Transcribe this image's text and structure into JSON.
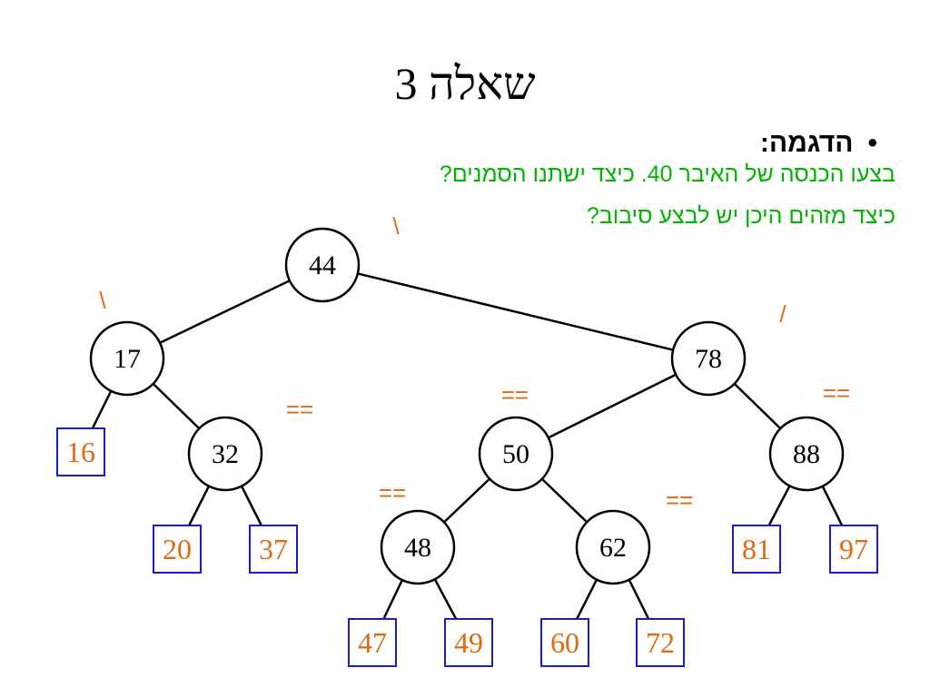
{
  "slide": {
    "title": "שאלה 3",
    "bullet": "הדגמה:",
    "question_line1": "בצעו הכנסה של האיבר 40. כיצד ישתנו הסמנים?",
    "question_line2": "כיצד מזהים היכן יש לבצע סיבוב?"
  },
  "colors": {
    "question_text": "#00b400",
    "leaf_text": "#e06a10",
    "leaf_border": "#1a1acc",
    "balance_marks": "#e06a10"
  },
  "tree": {
    "nodes": [
      {
        "id": "n44",
        "label": "44"
      },
      {
        "id": "n17",
        "label": "17"
      },
      {
        "id": "n78",
        "label": "78"
      },
      {
        "id": "n32",
        "label": "32"
      },
      {
        "id": "n50",
        "label": "50"
      },
      {
        "id": "n88",
        "label": "88"
      },
      {
        "id": "n48",
        "label": "48"
      },
      {
        "id": "n62",
        "label": "62"
      }
    ],
    "leaves": [
      {
        "id": "l16",
        "label": "16",
        "parent": "n17"
      },
      {
        "id": "l20",
        "label": "20",
        "parent": "n32"
      },
      {
        "id": "l37",
        "label": "37",
        "parent": "n32"
      },
      {
        "id": "l47",
        "label": "47",
        "parent": "n48"
      },
      {
        "id": "l49",
        "label": "49",
        "parent": "n48"
      },
      {
        "id": "l60",
        "label": "60",
        "parent": "n62"
      },
      {
        "id": "l72",
        "label": "72",
        "parent": "n62"
      },
      {
        "id": "l81",
        "label": "81",
        "parent": "n88"
      },
      {
        "id": "l97",
        "label": "97",
        "parent": "n88"
      }
    ],
    "edges": [
      [
        "n44",
        "n17"
      ],
      [
        "n44",
        "n78"
      ],
      [
        "n17",
        "l16"
      ],
      [
        "n17",
        "n32"
      ],
      [
        "n78",
        "n50"
      ],
      [
        "n78",
        "n88"
      ],
      [
        "n32",
        "l20"
      ],
      [
        "n32",
        "l37"
      ],
      [
        "n50",
        "n48"
      ],
      [
        "n50",
        "n62"
      ],
      [
        "n88",
        "l81"
      ],
      [
        "n88",
        "l97"
      ],
      [
        "n48",
        "l47"
      ],
      [
        "n48",
        "l49"
      ],
      [
        "n62",
        "l60"
      ],
      [
        "n62",
        "l72"
      ]
    ],
    "balance_marks": [
      {
        "node": "n44",
        "mark": "\\"
      },
      {
        "node": "n17",
        "mark": "\\"
      },
      {
        "node": "n78",
        "mark": "/"
      },
      {
        "node": "n32",
        "mark": "=="
      },
      {
        "node": "n50",
        "mark": "=="
      },
      {
        "node": "n88",
        "mark": "=="
      },
      {
        "node": "n48",
        "mark": "=="
      },
      {
        "node": "n62",
        "mark": "=="
      }
    ]
  }
}
